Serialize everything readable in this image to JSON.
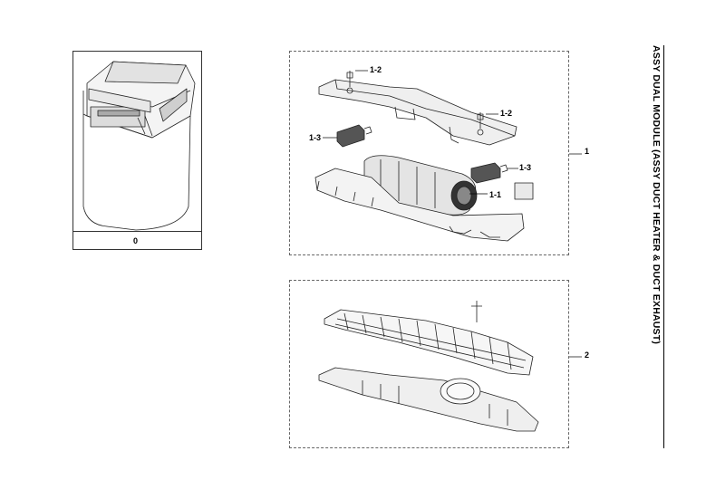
{
  "page": {
    "side_title": "ASSY DUAL MODULE (ASSY DUCT HEATER & DUCT EXHAUST)"
  },
  "thumbnail": {
    "label": "0"
  },
  "groups": [
    {
      "label": "1"
    },
    {
      "label": "2"
    }
  ],
  "callouts": {
    "part_1_2_a": "1-2",
    "part_1_2_b": "1-2",
    "part_1_3_a": "1-3",
    "part_1_3_b": "1-3",
    "part_1_1": "1-1"
  }
}
